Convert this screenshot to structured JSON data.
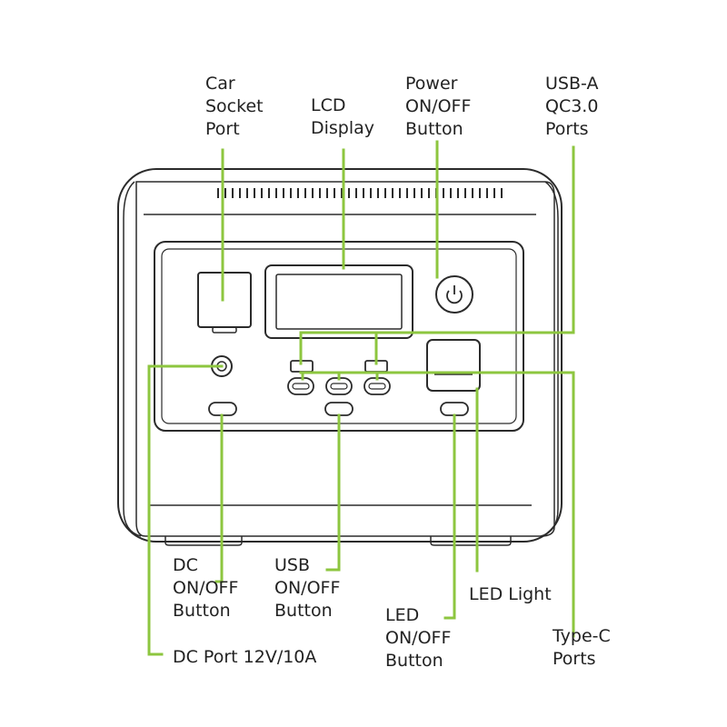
{
  "colors": {
    "accent": "#8dc63f",
    "outline": "#2b2b2b",
    "text": "#222222"
  },
  "labels": {
    "car_socket": "Car\nSocket\nPort",
    "lcd": "LCD\nDisplay",
    "power": "Power\nON/OFF\nButton",
    "usba": "USB-A\nQC3.0\nPorts",
    "dc_btn": "DC\nON/OFF\nButton",
    "usb_btn": "USB\nON/OFF\nButton",
    "led_light": "LED Light",
    "led_btn": "LED\nON/OFF\nButton",
    "typec": "Type-C\nPorts",
    "dc_port": "DC Port 12V/10A"
  },
  "icons": {
    "power": "power-icon"
  }
}
